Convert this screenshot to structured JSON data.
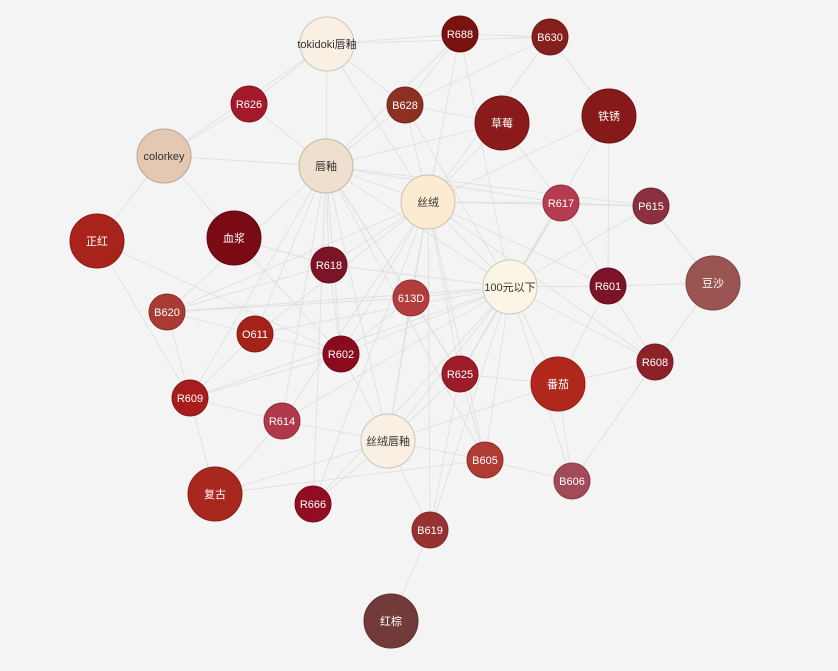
{
  "graph": {
    "nodes": [
      {
        "id": "tokidoki",
        "label": "tokidoki唇釉",
        "color": "#faefe3",
        "text": "#333333"
      },
      {
        "id": "R688",
        "label": "R688",
        "color": "#7a1210",
        "text": "#ffffff"
      },
      {
        "id": "B630",
        "label": "B630",
        "color": "#86201c",
        "text": "#ffffff"
      },
      {
        "id": "R626",
        "label": "R626",
        "color": "#a3182a",
        "text": "#ffffff"
      },
      {
        "id": "B628",
        "label": "B628",
        "color": "#8c3022",
        "text": "#ffffff"
      },
      {
        "id": "caomei",
        "label": "草莓",
        "color": "#8a1b1a",
        "text": "#ffffff"
      },
      {
        "id": "tiexiu",
        "label": "铁锈",
        "color": "#861a1a",
        "text": "#ffffff"
      },
      {
        "id": "colorkey",
        "label": "colorkey",
        "color": "#e3c9b3",
        "text": "#333333"
      },
      {
        "id": "chunyou",
        "label": "唇釉",
        "color": "#efdfcf",
        "text": "#333333"
      },
      {
        "id": "sirong",
        "label": "丝绒",
        "color": "#fdebd1",
        "text": "#333333"
      },
      {
        "id": "R617",
        "label": "R617",
        "color": "#b53b50",
        "text": "#ffffff"
      },
      {
        "id": "P615",
        "label": "P615",
        "color": "#8a3040",
        "text": "#ffffff"
      },
      {
        "id": "zhenghong",
        "label": "正红",
        "color": "#a8231c",
        "text": "#ffffff"
      },
      {
        "id": "xuejiang",
        "label": "血浆",
        "color": "#7a0a14",
        "text": "#ffffff"
      },
      {
        "id": "R618",
        "label": "R618",
        "color": "#7c1428",
        "text": "#ffffff"
      },
      {
        "id": "100yuan",
        "label": "100元以下",
        "color": "#fbf5e6",
        "text": "#333333"
      },
      {
        "id": "R601",
        "label": "R601",
        "color": "#7c1428",
        "text": "#ffffff"
      },
      {
        "id": "dousha",
        "label": "豆沙",
        "color": "#9a5553",
        "text": "#ffffff"
      },
      {
        "id": "613D",
        "label": "613D",
        "color": "#b33c3c",
        "text": "#ffffff"
      },
      {
        "id": "B620",
        "label": "B620",
        "color": "#a83b34",
        "text": "#ffffff"
      },
      {
        "id": "O611",
        "label": "O611",
        "color": "#a42218",
        "text": "#ffffff"
      },
      {
        "id": "R602",
        "label": "R602",
        "color": "#8a0c1c",
        "text": "#ffffff"
      },
      {
        "id": "R625",
        "label": "R625",
        "color": "#9c1c2a",
        "text": "#ffffff"
      },
      {
        "id": "fanqie",
        "label": "番茄",
        "color": "#b0281c",
        "text": "#ffffff"
      },
      {
        "id": "R608",
        "label": "R608",
        "color": "#8a2228",
        "text": "#ffffff"
      },
      {
        "id": "R609",
        "label": "R609",
        "color": "#a81c1c",
        "text": "#ffffff"
      },
      {
        "id": "R614",
        "label": "R614",
        "color": "#b0384a",
        "text": "#ffffff"
      },
      {
        "id": "sirongchunyou",
        "label": "丝绒唇釉",
        "color": "#faefe3",
        "text": "#333333"
      },
      {
        "id": "B605",
        "label": "B605",
        "color": "#b03a34",
        "text": "#ffffff"
      },
      {
        "id": "B606",
        "label": "B606",
        "color": "#a34a58",
        "text": "#ffffff"
      },
      {
        "id": "fugu",
        "label": "复古",
        "color": "#a8281f",
        "text": "#ffffff"
      },
      {
        "id": "R666",
        "label": "R666",
        "color": "#920c22",
        "text": "#ffffff"
      },
      {
        "id": "B619",
        "label": "B619",
        "color": "#983232",
        "text": "#ffffff"
      },
      {
        "id": "hongzong",
        "label": "红棕",
        "color": "#723a38",
        "text": "#ffffff"
      }
    ],
    "edges": [
      [
        "tokidoki",
        "R688"
      ],
      [
        "tokidoki",
        "B630"
      ],
      [
        "tokidoki",
        "R626"
      ],
      [
        "tokidoki",
        "B628"
      ],
      [
        "tokidoki",
        "colorkey"
      ],
      [
        "tokidoki",
        "chunyou"
      ],
      [
        "tokidoki",
        "sirong"
      ],
      [
        "R688",
        "B628"
      ],
      [
        "R688",
        "sirong"
      ],
      [
        "R688",
        "100yuan"
      ],
      [
        "R688",
        "B630"
      ],
      [
        "R688",
        "chunyou"
      ],
      [
        "B630",
        "tiexiu"
      ],
      [
        "B630",
        "B628"
      ],
      [
        "B630",
        "sirong"
      ],
      [
        "R626",
        "colorkey"
      ],
      [
        "R626",
        "chunyou"
      ],
      [
        "B628",
        "caomei"
      ],
      [
        "B628",
        "chunyou"
      ],
      [
        "B628",
        "sirong"
      ],
      [
        "B628",
        "100yuan"
      ],
      [
        "caomei",
        "sirong"
      ],
      [
        "caomei",
        "chunyou"
      ],
      [
        "caomei",
        "R617"
      ],
      [
        "tiexiu",
        "sirong"
      ],
      [
        "tiexiu",
        "R601"
      ],
      [
        "tiexiu",
        "100yuan"
      ],
      [
        "colorkey",
        "chunyou"
      ],
      [
        "colorkey",
        "zhenghong"
      ],
      [
        "chunyou",
        "sirong"
      ],
      [
        "chunyou",
        "100yuan"
      ],
      [
        "chunyou",
        "R618"
      ],
      [
        "chunyou",
        "613D"
      ],
      [
        "chunyou",
        "O611"
      ],
      [
        "chunyou",
        "R602"
      ],
      [
        "chunyou",
        "R609"
      ],
      [
        "chunyou",
        "R614"
      ],
      [
        "chunyou",
        "sirongchunyou"
      ],
      [
        "chunyou",
        "R666"
      ],
      [
        "chunyou",
        "R625"
      ],
      [
        "chunyou",
        "B620"
      ],
      [
        "chunyou",
        "B605"
      ],
      [
        "chunyou",
        "R617"
      ],
      [
        "chunyou",
        "P615"
      ],
      [
        "sirong",
        "100yuan"
      ],
      [
        "sirong",
        "R617"
      ],
      [
        "sirong",
        "P615"
      ],
      [
        "sirong",
        "R618"
      ],
      [
        "sirong",
        "613D"
      ],
      [
        "sirong",
        "O611"
      ],
      [
        "sirong",
        "R602"
      ],
      [
        "sirong",
        "R625"
      ],
      [
        "sirong",
        "R614"
      ],
      [
        "sirong",
        "sirongchunyou"
      ],
      [
        "sirong",
        "B605"
      ],
      [
        "sirong",
        "R601"
      ],
      [
        "sirong",
        "B619"
      ],
      [
        "sirong",
        "R666"
      ],
      [
        "sirong",
        "B620"
      ],
      [
        "sirong",
        "R608"
      ],
      [
        "R617",
        "100yuan"
      ],
      [
        "R617",
        "P615"
      ],
      [
        "R617",
        "R601"
      ],
      [
        "R617",
        "R625"
      ],
      [
        "P615",
        "dousha"
      ],
      [
        "P615",
        "100yuan"
      ],
      [
        "zhenghong",
        "R609"
      ],
      [
        "zhenghong",
        "R602"
      ],
      [
        "xuejiang",
        "R618"
      ],
      [
        "xuejiang",
        "colorkey"
      ],
      [
        "xuejiang",
        "R602"
      ],
      [
        "R618",
        "100yuan"
      ],
      [
        "R618",
        "B620"
      ],
      [
        "R618",
        "R602"
      ],
      [
        "100yuan",
        "R601"
      ],
      [
        "100yuan",
        "613D"
      ],
      [
        "100yuan",
        "R602"
      ],
      [
        "100yuan",
        "O611"
      ],
      [
        "100yuan",
        "R625"
      ],
      [
        "100yuan",
        "R614"
      ],
      [
        "100yuan",
        "sirongchunyou"
      ],
      [
        "100yuan",
        "fanqie"
      ],
      [
        "100yuan",
        "R608"
      ],
      [
        "100yuan",
        "B605"
      ],
      [
        "100yuan",
        "B606"
      ],
      [
        "100yuan",
        "B619"
      ],
      [
        "100yuan",
        "B620"
      ],
      [
        "100yuan",
        "R609"
      ],
      [
        "100yuan",
        "R666"
      ],
      [
        "R601",
        "dousha"
      ],
      [
        "R601",
        "R608"
      ],
      [
        "R601",
        "fanqie"
      ],
      [
        "dousha",
        "R608"
      ],
      [
        "613D",
        "B620"
      ],
      [
        "613D",
        "R602"
      ],
      [
        "613D",
        "sirongchunyou"
      ],
      [
        "613D",
        "R625"
      ],
      [
        "B620",
        "O611"
      ],
      [
        "B620",
        "R609"
      ],
      [
        "O611",
        "R602"
      ],
      [
        "O611",
        "R609"
      ],
      [
        "R602",
        "sirongchunyou"
      ],
      [
        "R602",
        "R609"
      ],
      [
        "R625",
        "B605"
      ],
      [
        "R625",
        "fanqie"
      ],
      [
        "R625",
        "sirongchunyou"
      ],
      [
        "fanqie",
        "R608"
      ],
      [
        "fanqie",
        "B606"
      ],
      [
        "R608",
        "B606"
      ],
      [
        "R609",
        "fugu"
      ],
      [
        "R609",
        "R614"
      ],
      [
        "R614",
        "sirongchunyou"
      ],
      [
        "R614",
        "fugu"
      ],
      [
        "sirongchunyou",
        "B605"
      ],
      [
        "sirongchunyou",
        "B619"
      ],
      [
        "sirongchunyou",
        "fugu"
      ],
      [
        "sirongchunyou",
        "R666"
      ],
      [
        "sirongchunyou",
        "fanqie"
      ],
      [
        "B605",
        "B606"
      ],
      [
        "fugu",
        "B605"
      ],
      [
        "B619",
        "hongzong"
      ],
      [
        "B619",
        "R625"
      ]
    ]
  }
}
